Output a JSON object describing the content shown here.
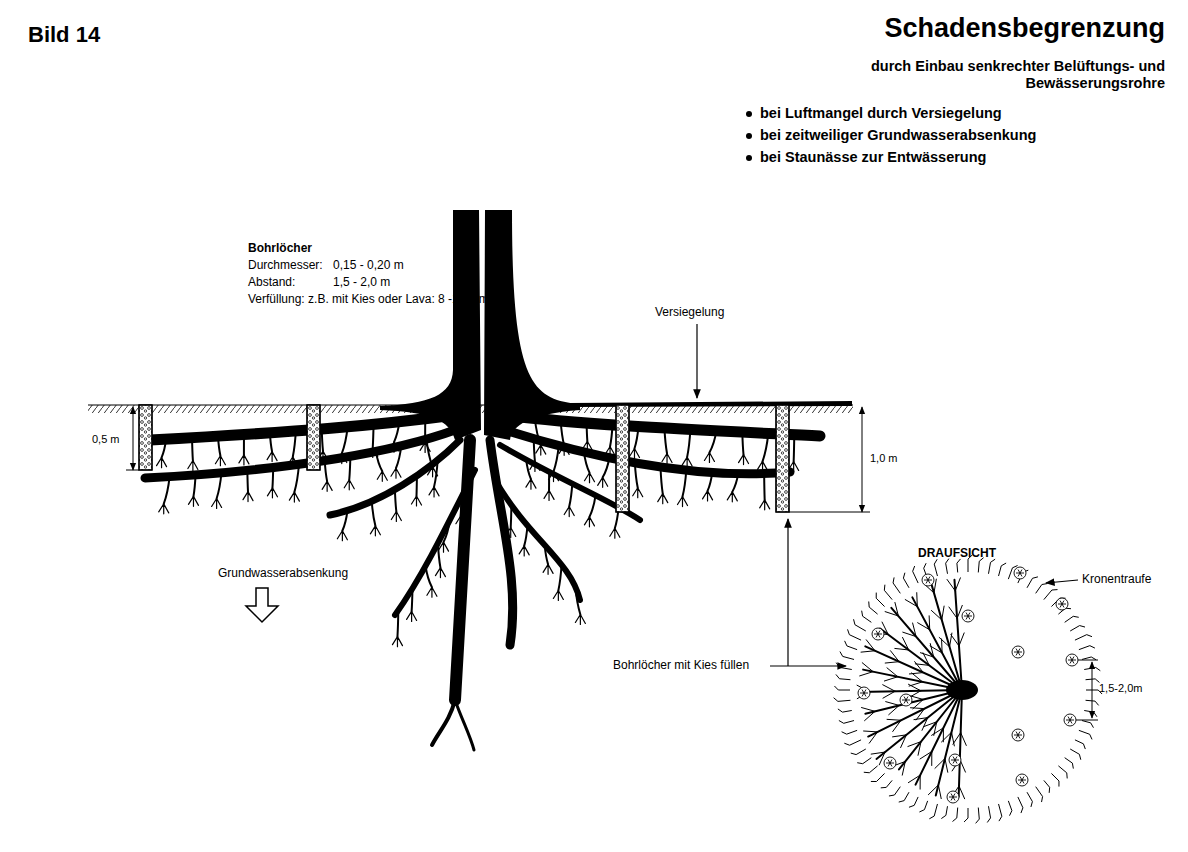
{
  "diagram": {
    "title": "Schadensbegrenzung",
    "labels": [
      "Bild 14",
      "durch Einbau senkrechter Belüftungs- und Bewässerungsrohre",
      "bei Luftmangel durch Versiegelung",
      "bei zeitweiliger Grundwasserabsenkung",
      "bei Staunässe zur Entwässerung",
      "Bohrlöcher",
      "Durchmesser:",
      "0,15 - 0,20 m",
      "Abstand:",
      "1,5 - 2,0 m",
      "Verfüllung: z.B. mit Kies oder Lava: 8 -16 mm",
      "Versiegelung",
      "0,5 m",
      "1,0 m",
      "Grundwasserabsenkung",
      "Bohrlöcher mit Kies füllen",
      "DRAUFSICHT",
      "Kronentraufe",
      "1,5-2,0m"
    ]
  }
}
